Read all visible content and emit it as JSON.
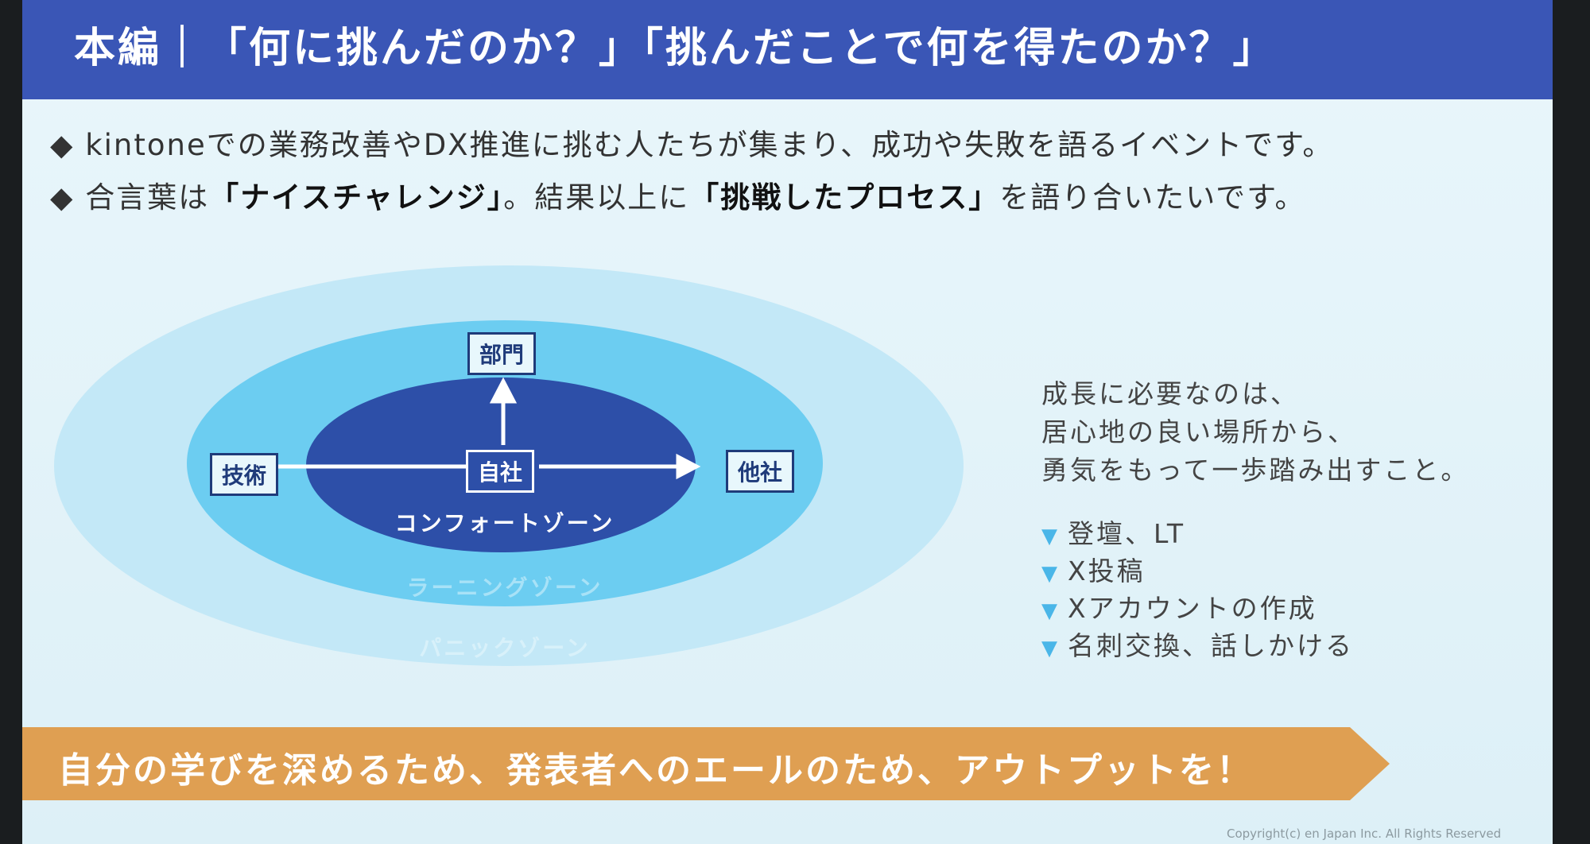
{
  "title": "本編｜「何に挑んだのか？」「挑んだことで何を得たのか？」",
  "bullets": [
    {
      "text": "◆ kintoneでの業務改善やDX推進に挑む人たちが集まり、成功や失敗を語るイベントです。"
    },
    {
      "pre": "◆ 合言葉は",
      "bold1": "「ナイスチャレンジ」",
      "mid": "。結果以上に",
      "bold2": "「挑戦したプロセス」",
      "post": "を語り合いたいです。"
    }
  ],
  "diagram": {
    "center": "自社",
    "up": "部門",
    "left": "技術",
    "right": "他社",
    "zones": {
      "comfort": "コンフォートゾーン",
      "learning": "ラーニングゾーン",
      "panic": "パニックゾーン"
    },
    "colors": {
      "panic": "#c3e8f7",
      "learning": "#6ccdf1",
      "comfort": "#2d4fa8"
    }
  },
  "side": {
    "lines": [
      "成長に必要なのは、",
      "居心地の良い場所から、",
      "勇気をもって一歩踏み出すこと。"
    ],
    "marker": "▼",
    "items": [
      "登壇、LT",
      "X投稿",
      "Xアカウントの作成",
      "名刺交換、話しかける"
    ]
  },
  "banner": "自分の学びを深めるため、発表者へのエールのため、アウトプットを！",
  "copyright": "Copyright(c) en Japan Inc. All Rights Reserved"
}
